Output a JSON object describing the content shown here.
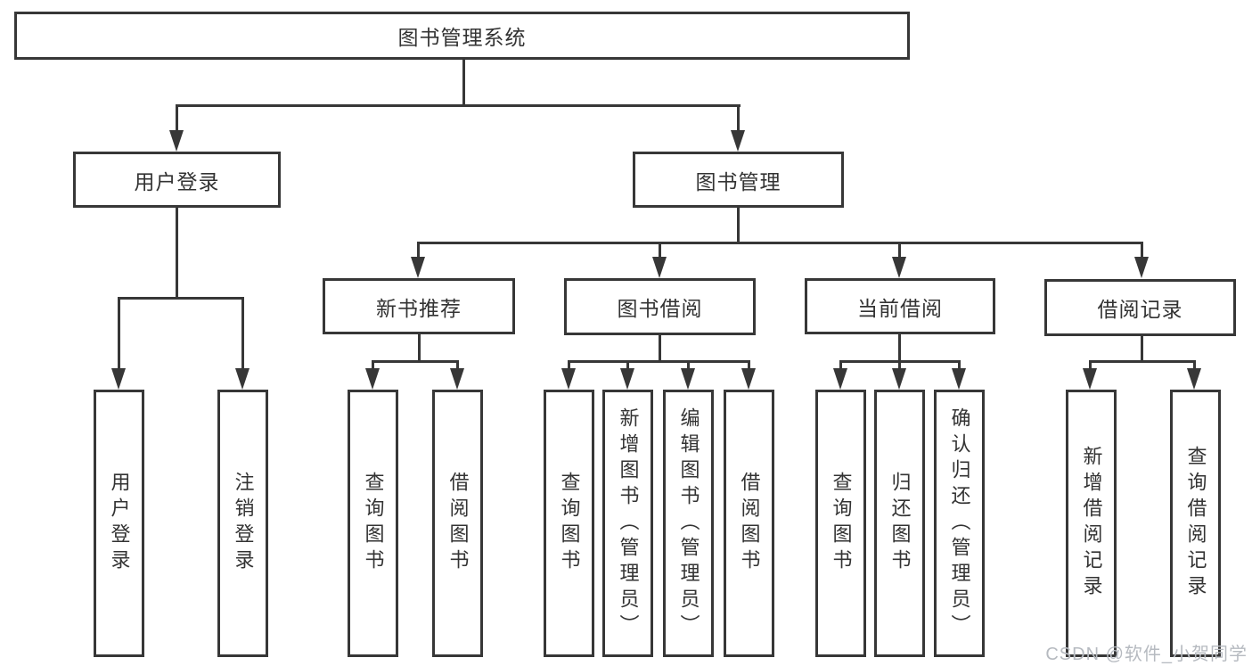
{
  "diagram": {
    "root": {
      "label": "图书管理系统"
    },
    "branches": [
      {
        "label": "用户登录",
        "children": [
          {
            "label": "用户登录"
          },
          {
            "label": "注销登录"
          }
        ]
      },
      {
        "label": "图书管理",
        "groups": [
          {
            "label": "新书推荐",
            "children": [
              {
                "label": "查询图书"
              },
              {
                "label": "借阅图书"
              }
            ]
          },
          {
            "label": "图书借阅",
            "children": [
              {
                "label": "查询图书"
              },
              {
                "label": "新增图书（管理员）"
              },
              {
                "label": "编辑图书（管理员）"
              },
              {
                "label": "借阅图书"
              }
            ]
          },
          {
            "label": "当前借阅",
            "children": [
              {
                "label": "查询图书"
              },
              {
                "label": "归还图书"
              },
              {
                "label": "确认归还（管理员）"
              }
            ]
          },
          {
            "label": "借阅记录",
            "children": [
              {
                "label": "新增借阅记录"
              },
              {
                "label": "查询借阅记录"
              }
            ]
          }
        ]
      }
    ]
  },
  "watermark": {
    "text": "CSDN @软件_小贺同学"
  },
  "colors": {
    "line": "#373737",
    "text": "#333333",
    "watermark": "#b6bac0",
    "background": "#ffffff"
  }
}
